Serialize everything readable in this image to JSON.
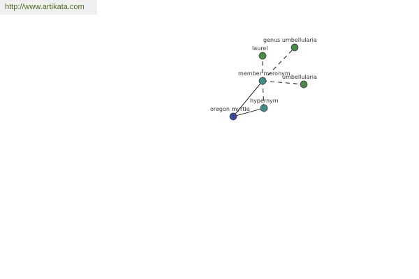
{
  "source_link": {
    "text": "http://www.artikata.com"
  },
  "graph": {
    "colors": {
      "green": "#4a8a48",
      "teal": "#3f8f86",
      "blue": "#3a4aa0"
    },
    "nodes": [
      {
        "id": "oregon-myrtle",
        "label": "oregon myrtle",
        "color": "blue"
      },
      {
        "id": "hypernym",
        "label": "hypernym",
        "color": "teal"
      },
      {
        "id": "member-meronym",
        "label": "member meronym",
        "color": "teal"
      },
      {
        "id": "laurel",
        "label": "laurel",
        "color": "green"
      },
      {
        "id": "genus-umbellularia",
        "label": "genus umbellularia",
        "color": "green"
      },
      {
        "id": "umbellularia",
        "label": "umbellularia",
        "color": "green"
      }
    ],
    "edges": [
      {
        "from": "oregon-myrtle",
        "to": "hypernym",
        "style": "solid"
      },
      {
        "from": "oregon-myrtle",
        "to": "member-meronym",
        "style": "solid"
      },
      {
        "from": "hypernym",
        "to": "member-meronym",
        "style": "dashed"
      },
      {
        "from": "member-meronym",
        "to": "laurel",
        "style": "dashed"
      },
      {
        "from": "member-meronym",
        "to": "genus-umbellularia",
        "style": "dashed"
      },
      {
        "from": "member-meronym",
        "to": "umbellularia",
        "style": "dashed"
      }
    ]
  }
}
